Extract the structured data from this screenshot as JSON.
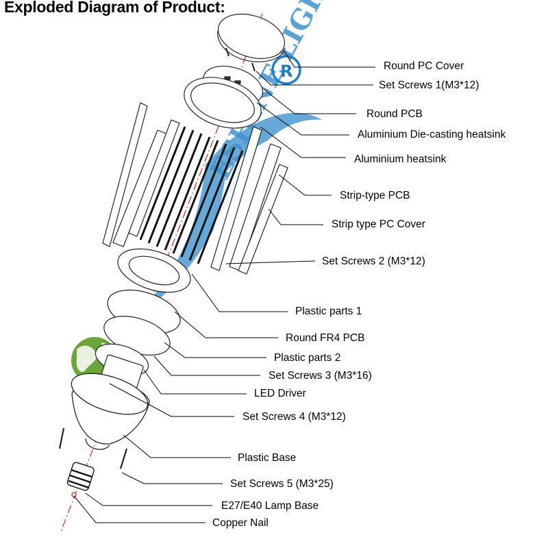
{
  "title": "Exploded Diagram of Product:",
  "labels": [
    "Round PC Cover",
    "Set Screws 1(M3*12)",
    "Round PCB",
    "Aluminium Die-casting heatsink",
    "Aluminium heatsink",
    "Strip-type PCB",
    "Strip type PC Cover",
    "Set Screws 2 (M3*12)",
    "Plastic parts 1",
    "Round FR4 PCB",
    "Plastic parts 2",
    "Set Screws 3 (M3*16)",
    "LED Driver",
    "Set Screws 4 (M3*12)",
    "Plastic Base",
    "Set Screws 5 (M3*25)",
    "E27/E40 Lamp Base",
    "Copper Nail"
  ],
  "watermark": {
    "registered_mark": "®",
    "colors": {
      "blue": "#1f7fc4",
      "green": "#6aa63a",
      "axis": "#e8332a"
    }
  }
}
